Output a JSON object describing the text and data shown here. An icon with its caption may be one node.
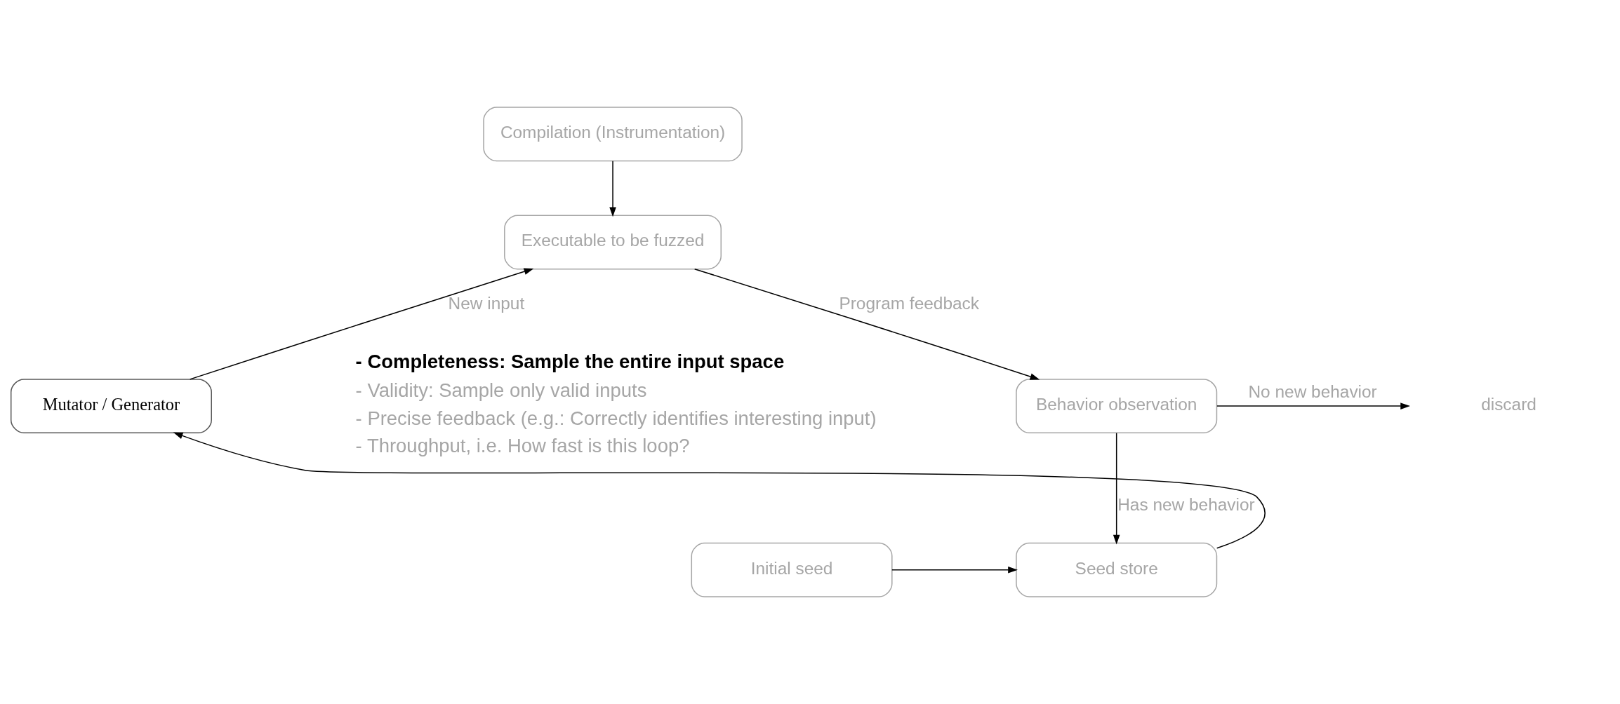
{
  "diagram": {
    "nodes": [
      {
        "text": [
          "Compilation (Instrumentation)"
        ]
      },
      {
        "text": [
          "Executable to be fuzzed"
        ]
      },
      {
        "text": [
          "Mutator / Generator"
        ]
      },
      {
        "text": [
          "Behavior observation"
        ]
      },
      {
        "text": [
          "discard"
        ]
      },
      {
        "text": [
          "Seed store"
        ]
      },
      {
        "text": [
          "Initial seed"
        ]
      }
    ],
    "edges": [
      {
        "from": 0,
        "to": 1,
        "arrow": "to"
      },
      {
        "from": 2,
        "to": 1,
        "arrow": "to",
        "label": "New input"
      },
      {
        "from": 1,
        "to": 3,
        "arrow": "to",
        "label": "Program feedback"
      },
      {
        "from": 3,
        "to": 4,
        "arrow": "to",
        "label": "No new behavior"
      },
      {
        "from": 3,
        "to": 5,
        "arrow": "to",
        "label": "Has new behavior"
      },
      {
        "from": 5,
        "to": 2,
        "arrow": "to"
      },
      {
        "from": 6,
        "to": 5,
        "arrow": "to"
      }
    ],
    "labels": [
      "- Completeness: Sample the entire input space",
      "- Validity: Sample only valid inputs",
      "- Precise feedback (e.g.: Correctly identifies interesting input)",
      "- Throughput, i.e. How fast is this loop?"
    ]
  }
}
